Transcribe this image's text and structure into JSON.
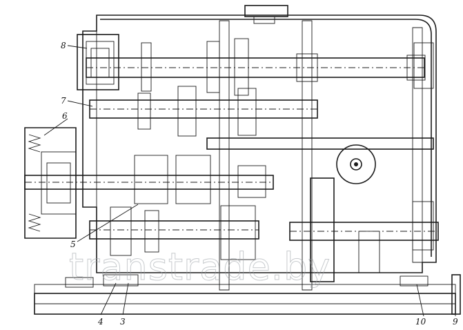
{
  "diagram": {
    "callouts": [
      {
        "id": "c8",
        "text": "8"
      },
      {
        "id": "c7",
        "text": "7"
      },
      {
        "id": "c6",
        "text": "6"
      },
      {
        "id": "c5",
        "text": "5"
      },
      {
        "id": "c4",
        "text": "4"
      },
      {
        "id": "c3",
        "text": "3"
      },
      {
        "id": "c10",
        "text": "10"
      },
      {
        "id": "c9",
        "text": "9"
      }
    ],
    "watermark": "transtrade.by"
  },
  "colors": {
    "ink": "#1a1a1a",
    "hatch": "#1a1a1a",
    "paper": "#ffffff",
    "watermark": "#9aa0a6"
  }
}
